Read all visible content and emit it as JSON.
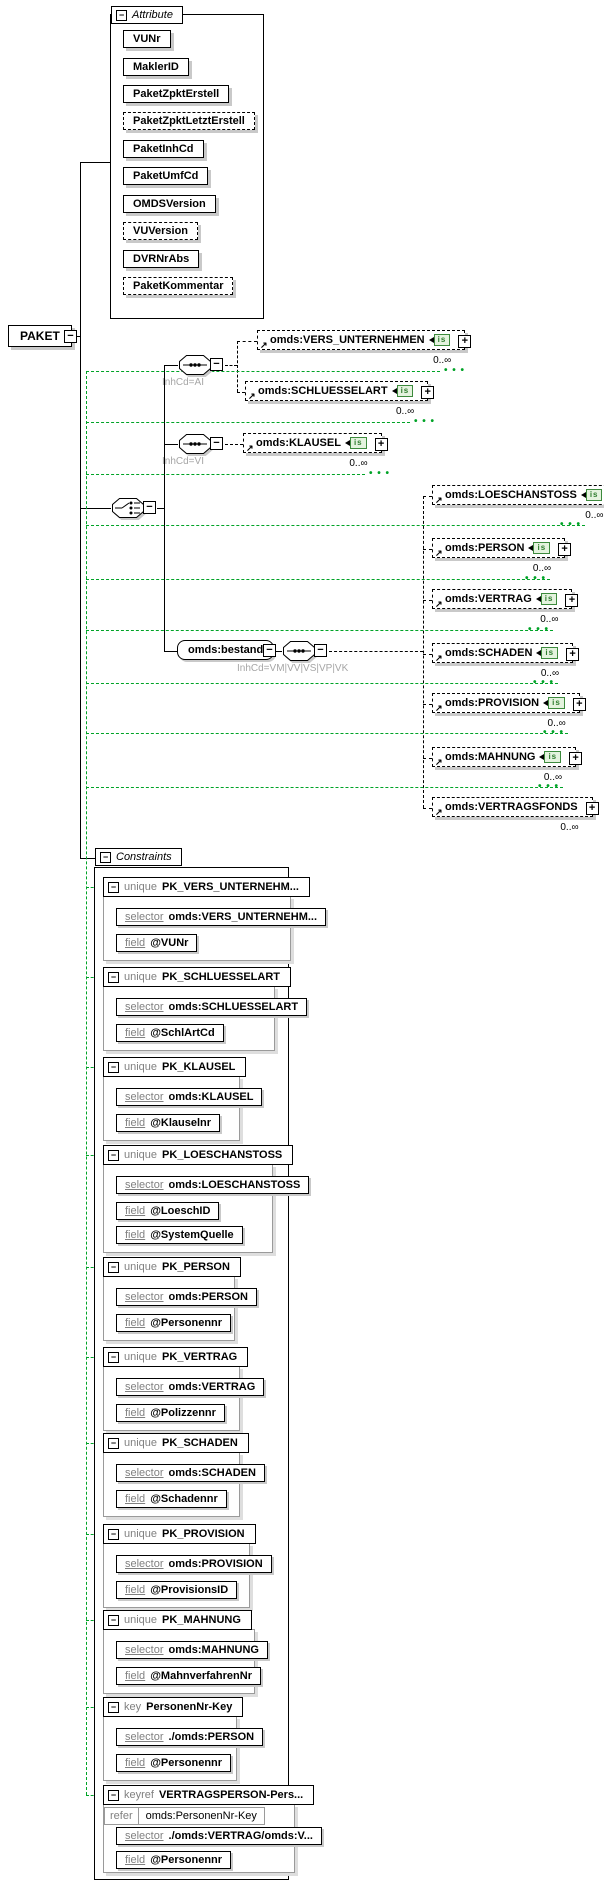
{
  "root": {
    "label": "PAKET"
  },
  "attributes": {
    "title": "Attribute",
    "items": [
      {
        "name": "VUNr",
        "optional": false
      },
      {
        "name": "MaklerID",
        "optional": false
      },
      {
        "name": "PaketZpktErstell",
        "optional": false
      },
      {
        "name": "PaketZpktLetztErstell",
        "optional": true
      },
      {
        "name": "PaketInhCd",
        "optional": false
      },
      {
        "name": "PaketUmfCd",
        "optional": false
      },
      {
        "name": "OMDSVersion",
        "optional": false
      },
      {
        "name": "VUVersion",
        "optional": true
      },
      {
        "name": "DVRNrAbs",
        "optional": false
      },
      {
        "name": "PaketKommentar",
        "optional": true
      }
    ]
  },
  "content": {
    "branches": [
      {
        "type": "sequence",
        "condition": "InhCd=AI"
      },
      {
        "type": "sequence",
        "condition": "InhCd=VI"
      },
      {
        "type": "choice"
      },
      {
        "type": "sequence",
        "owner": "omds:bestand",
        "condition": "InhCd=VM|VV|VS|VP|VK"
      }
    ],
    "elements": [
      {
        "name": "omds:VERS_UNTERNEHMEN",
        "occurrence": "0..∞",
        "identity": true
      },
      {
        "name": "omds:SCHLUESSELART",
        "occurrence": "0..∞",
        "identity": true
      },
      {
        "name": "omds:KLAUSEL",
        "occurrence": "0..∞",
        "identity": true
      },
      {
        "name": "omds:LOESCHANSTOSS",
        "occurrence": "0..∞",
        "identity": true
      },
      {
        "name": "omds:PERSON",
        "occurrence": "0..∞",
        "identity": true
      },
      {
        "name": "omds:VERTRAG",
        "occurrence": "0..∞",
        "identity": true
      },
      {
        "name": "omds:SCHADEN",
        "occurrence": "0..∞",
        "identity": true
      },
      {
        "name": "omds:PROVISION",
        "occurrence": "0..∞",
        "identity": true
      },
      {
        "name": "omds:MAHNUNG",
        "occurrence": "0..∞",
        "identity": true
      },
      {
        "name": "omds:VERTRAGSFONDS",
        "occurrence": "0..∞",
        "identity": false
      }
    ]
  },
  "constraints": {
    "title": "Constraints",
    "keywords": {
      "selector": "selector",
      "field": "field",
      "refer": "refer"
    },
    "items": [
      {
        "kind": "unique",
        "name": "PK_VERS_UNTERNEHM...",
        "selector": "omds:VERS_UNTERNEHM...",
        "fields": [
          "@VUNr"
        ]
      },
      {
        "kind": "unique",
        "name": "PK_SCHLUESSELART",
        "selector": "omds:SCHLUESSELART",
        "fields": [
          "@SchlArtCd"
        ]
      },
      {
        "kind": "unique",
        "name": "PK_KLAUSEL",
        "selector": "omds:KLAUSEL",
        "fields": [
          "@Klauselnr"
        ]
      },
      {
        "kind": "unique",
        "name": "PK_LOESCHANSTOSS",
        "selector": "omds:LOESCHANSTOSS",
        "fields": [
          "@LoeschID",
          "@SystemQuelle"
        ]
      },
      {
        "kind": "unique",
        "name": "PK_PERSON",
        "selector": "omds:PERSON",
        "fields": [
          "@Personennr"
        ]
      },
      {
        "kind": "unique",
        "name": "PK_VERTRAG",
        "selector": "omds:VERTRAG",
        "fields": [
          "@Polizzennr"
        ]
      },
      {
        "kind": "unique",
        "name": "PK_SCHADEN",
        "selector": "omds:SCHADEN",
        "fields": [
          "@Schadennr"
        ]
      },
      {
        "kind": "unique",
        "name": "PK_PROVISION",
        "selector": "omds:PROVISION",
        "fields": [
          "@ProvisionsID"
        ]
      },
      {
        "kind": "unique",
        "name": "PK_MAHNUNG",
        "selector": "omds:MAHNUNG",
        "fields": [
          "@MahnverfahrenNr"
        ]
      },
      {
        "kind": "key",
        "name": "PersonenNr-Key",
        "selector": "./omds:PERSON",
        "fields": [
          "@Personennr"
        ]
      },
      {
        "kind": "keyref",
        "name": "VERTRAGSPERSON-Pers...",
        "refer": "omds:PersonenNr-Key",
        "selector": "./omds:VERTRAG/omds:V...",
        "fields": [
          "@Personennr"
        ]
      }
    ]
  },
  "icons": {
    "identity_badge": "is",
    "expand": "+",
    "collapse": "−",
    "reference_arrow": "↗"
  },
  "colors": {
    "constraint_link": "#00a327",
    "identity_badge_bg": "#e4f3de",
    "identity_badge_border": "#3c8a3c",
    "identity_badge_text": "#2f7d2f"
  }
}
